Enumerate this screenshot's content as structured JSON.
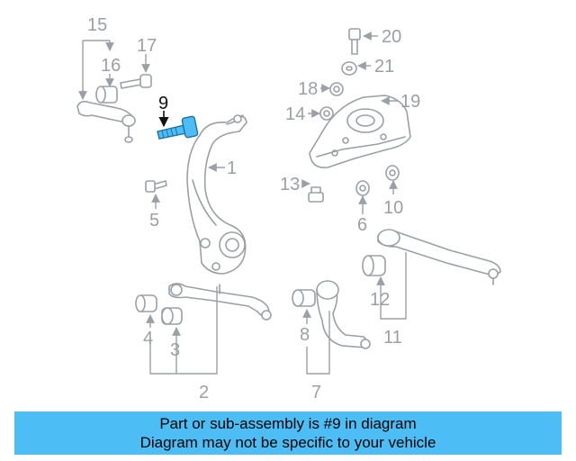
{
  "diagram": {
    "labels": {
      "p1": "1",
      "p2": "2",
      "p3": "3",
      "p4": "4",
      "p5": "5",
      "p6": "6",
      "p7": "7",
      "p8": "8",
      "p9": "9",
      "p10": "10",
      "p11": "11",
      "p12": "12",
      "p13": "13",
      "p14": "14",
      "p15": "15",
      "p16": "16",
      "p17": "17",
      "p18": "18",
      "p19": "19",
      "p20": "20",
      "p21": "21"
    },
    "highlight_part": "9",
    "highlight_color": "#4dbef5",
    "line_color": "#9aa0a6"
  },
  "banner": {
    "line1": "Part or sub-assembly is #9 in diagram",
    "line2": "Diagram may not be specific to your vehicle",
    "color": "#4dbef5"
  }
}
